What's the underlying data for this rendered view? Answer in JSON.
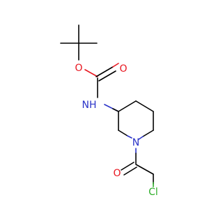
{
  "atom_labels": {
    "ester_o": "O",
    "carbonyl_o_carbamate": "O",
    "nh": "NH",
    "ring_n": "N",
    "carbonyl_o_amide": "O",
    "cl": "Cl"
  },
  "colors": {
    "bond": "#000000",
    "oxygen": "#e8161f",
    "nitrogen": "#2a33c8",
    "chlorine": "#2fae2a",
    "background": "#ffffff"
  }
}
